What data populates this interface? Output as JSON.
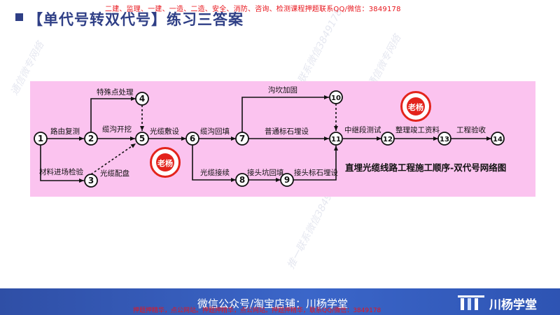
{
  "top_banner": "二建、监理、一建、一造、二造、安全、消防、咨询、检测课程押题联系QQ/微信：3849178",
  "title": "【单代号转双代号】练习三答案",
  "diagram": {
    "caption": "直埋光缆线路工程施工顺序-双代号网络图",
    "nodes": [
      "1",
      "2",
      "3",
      "4",
      "5",
      "6",
      "7",
      "8",
      "9",
      "10",
      "11",
      "12",
      "13",
      "14"
    ],
    "activities": {
      "a12": "路由复测",
      "a24": "特殊点处理",
      "a25": "缆沟开挖",
      "a13": "材料进场检验",
      "a35": "光缆配盘",
      "a56": "光缆敷设",
      "a67": "缆沟回填",
      "a68": "光缆接续",
      "a710": "沟坎加固",
      "a711": "普通标石埋设",
      "a89": "接头坑回填",
      "a911": "接头标石埋设",
      "a1112": "中继段测试",
      "a1213": "整理竣工资料",
      "a1314": "工程验收"
    },
    "seal_text": "老杨",
    "colors": {
      "arrow": "#111111",
      "panel": "#fbc3ef",
      "node_fill": "#ffffff"
    }
  },
  "watermarks": {
    "contact": "推一联系微信3849178",
    "brand": "通信微专网络"
  },
  "footer": {
    "text": "微信公众号/淘宝店铺：川杨学堂",
    "logo": "川杨学堂",
    "ad": "押题押精华，点公网站。押题押精华，点公网站。押题押精华，联系QQ/微信：3849178"
  },
  "colors": {
    "title": "#2f3f86",
    "banner_red": "#e8141b",
    "footer_blue": "#3b66c9"
  }
}
